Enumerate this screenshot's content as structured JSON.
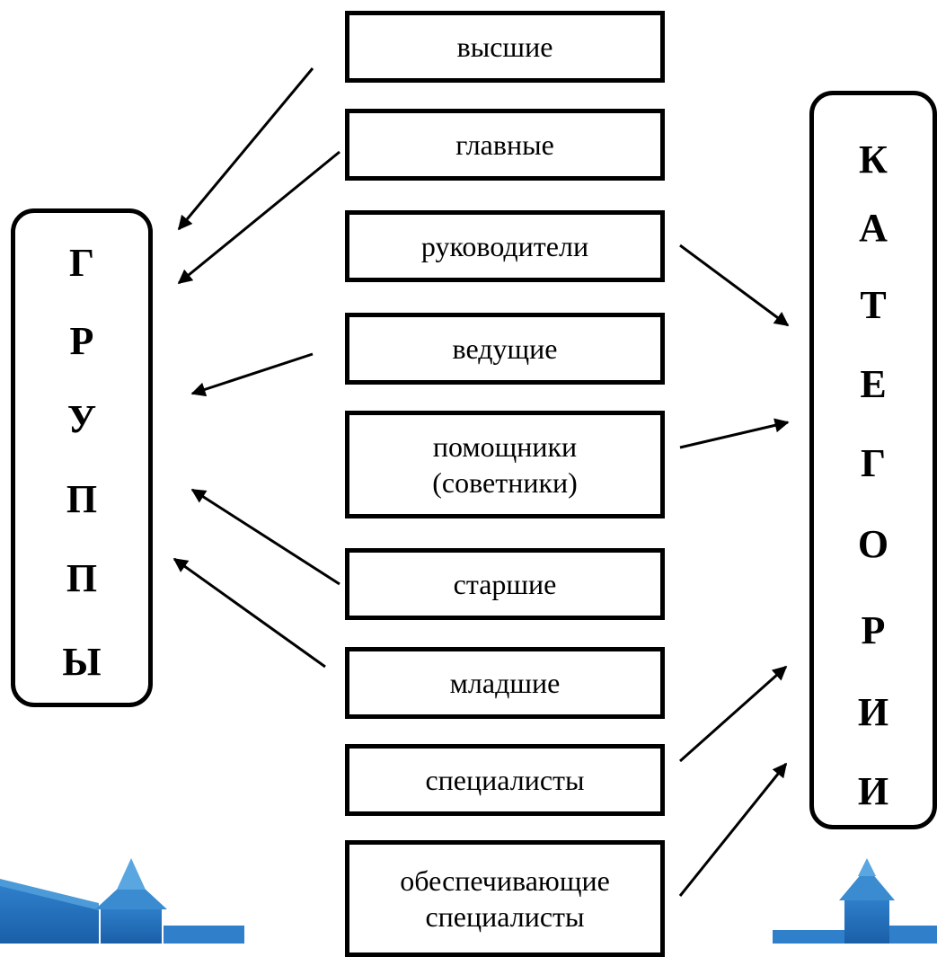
{
  "center_items": [
    {
      "lines": [
        "высшие"
      ]
    },
    {
      "lines": [
        "главные"
      ]
    },
    {
      "lines": [
        "руководители"
      ]
    },
    {
      "lines": [
        "ведущие"
      ]
    },
    {
      "lines": [
        "помощники",
        "(советники)"
      ]
    },
    {
      "lines": [
        "старшие"
      ]
    },
    {
      "lines": [
        "младшие"
      ]
    },
    {
      "lines": [
        "специалисты"
      ]
    },
    {
      "lines": [
        "обеспечивающие",
        "специалисты"
      ]
    }
  ],
  "groups": {
    "letters": [
      "Г",
      "Р",
      "У",
      "П",
      "П",
      "Ы"
    ]
  },
  "categories": {
    "letters": [
      "К",
      "А",
      "Т",
      "Е",
      "Г",
      "О",
      "Р",
      "И",
      "И"
    ]
  },
  "arrows": [
    {
      "from": "высшие",
      "to": "groups"
    },
    {
      "from": "главные",
      "to": "groups"
    },
    {
      "from": "ведущие",
      "to": "groups"
    },
    {
      "from": "старшие",
      "to": "groups"
    },
    {
      "from": "младшие",
      "to": "groups"
    },
    {
      "from": "руководители",
      "to": "categories"
    },
    {
      "from": "помощники (советники)",
      "to": "categories"
    },
    {
      "from": "специалисты",
      "to": "categories"
    },
    {
      "from": "обеспечивающие специалисты",
      "to": "categories"
    }
  ],
  "colors": {
    "line": "#000000",
    "background": "#ffffff",
    "decoration": "#3a86cc"
  }
}
